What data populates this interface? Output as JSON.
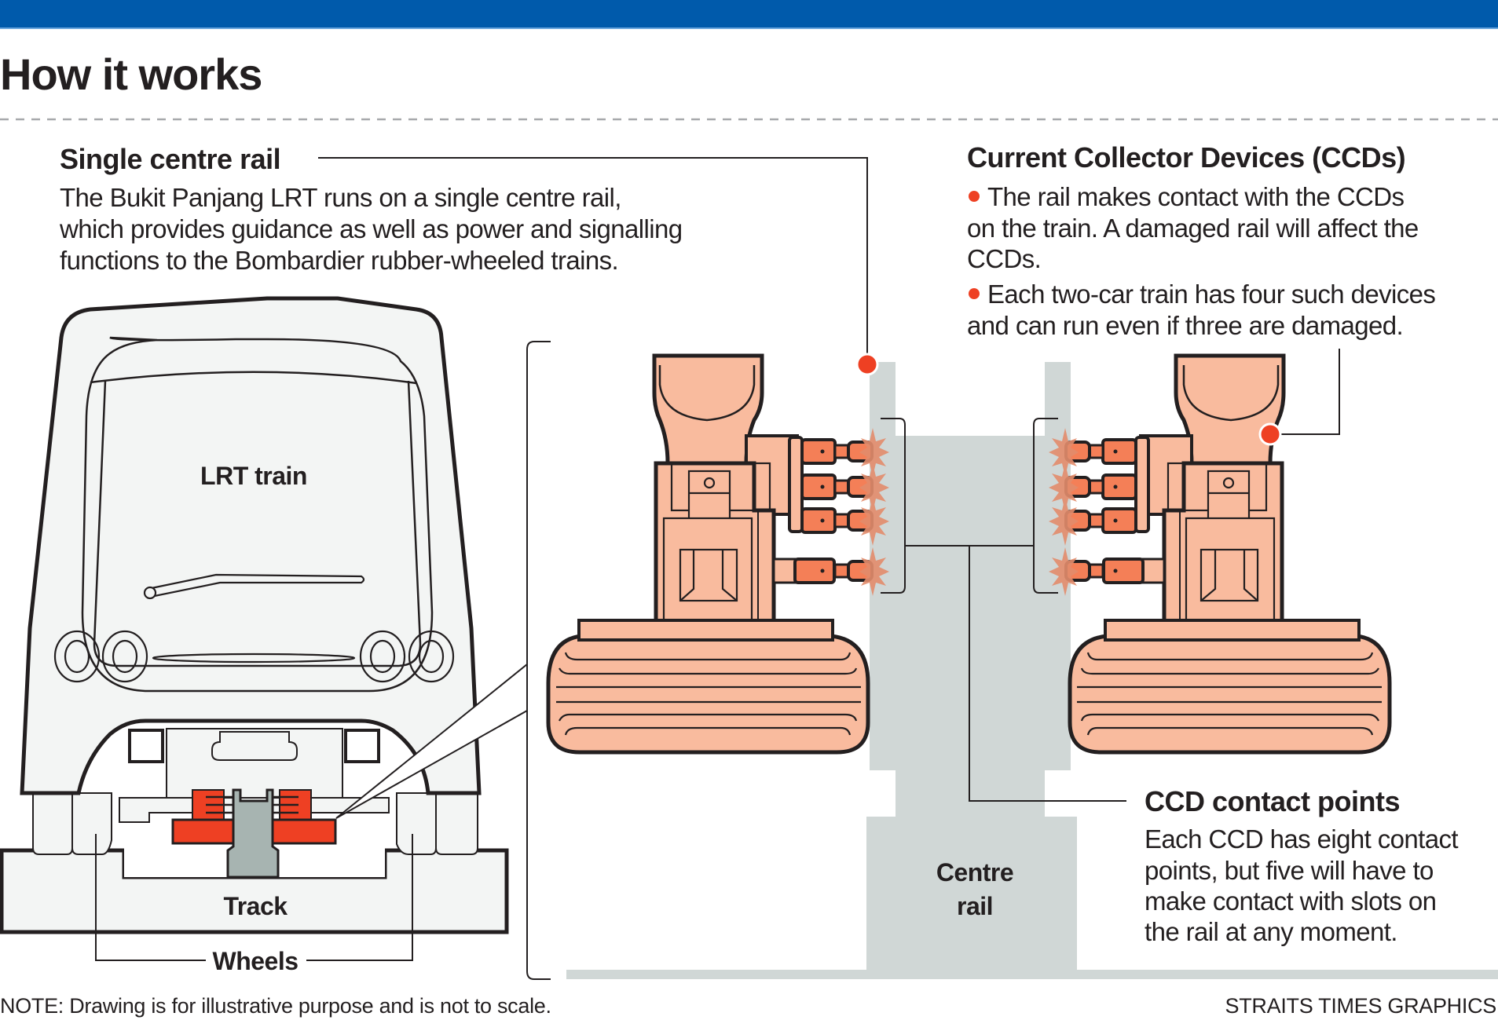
{
  "header": {
    "bar_color": "#005aab",
    "title": "How it works"
  },
  "single_centre_rail": {
    "heading": "Single centre rail",
    "lines": [
      "The Bukit Panjang LRT runs on a single centre rail,",
      "which provides guidance as well as power and signalling",
      "functions to the Bombardier rubber-wheeled trains."
    ]
  },
  "ccd": {
    "heading": "Current Collector Devices (CCDs)",
    "bullet_color": "#ee4023",
    "bullets": [
      {
        "lines": [
          "The rail makes contact with the CCDs",
          "on the train. A damaged rail will affect the",
          "CCDs."
        ]
      },
      {
        "lines": [
          "Each two-car train has four such devices",
          "and can run even if three are damaged."
        ]
      }
    ]
  },
  "contact_points": {
    "heading": "CCD contact points",
    "lines": [
      "Each CCD has eight contact",
      "points, but five will have to",
      "make contact with slots on",
      "the rail at any moment."
    ]
  },
  "labels": {
    "train": "LRT train",
    "track": "Track",
    "wheels": "Wheels",
    "centre_rail_1": "Centre",
    "centre_rail_2": "rail"
  },
  "footer": {
    "note": "NOTE: Drawing is for illustrative purpose and is not to scale.",
    "credit": "STRAITS TIMES GRAPHICS"
  },
  "colors": {
    "accent_red": "#ee4023",
    "device_peach": "#f9bb9e",
    "pin_orange": "#f47f57",
    "rail_grey": "#d0d7d6",
    "train_grey": "#f3f5f4"
  }
}
